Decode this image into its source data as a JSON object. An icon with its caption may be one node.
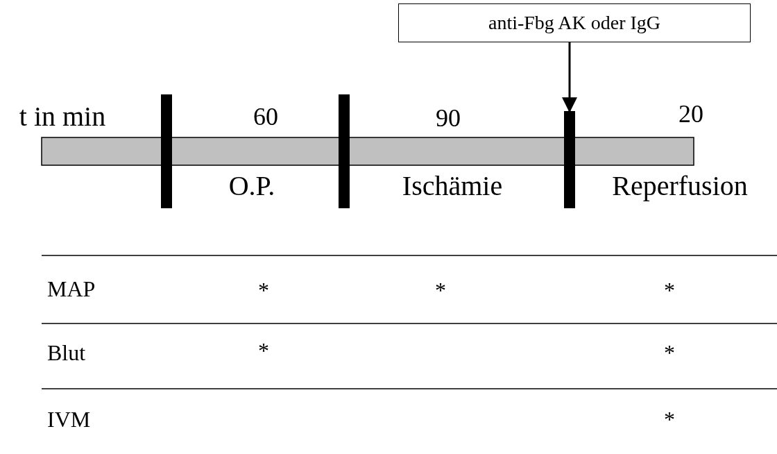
{
  "diagram": {
    "nodes": [
      {
        "text": [
          "anti-Fbg AK oder IgG"
        ]
      },
      {
        "text": [],
        "shape": "bar"
      }
    ],
    "edges": [
      {
        "from": 0,
        "to": 1,
        "arrow": "to"
      }
    ],
    "labels": [
      "t in min",
      "60",
      "90",
      "20",
      "O.P.",
      "Ischämie",
      "Reperfusion",
      "MAP",
      "*",
      "*",
      "*",
      "Blut",
      "*",
      "*",
      "IVM",
      "*"
    ]
  }
}
